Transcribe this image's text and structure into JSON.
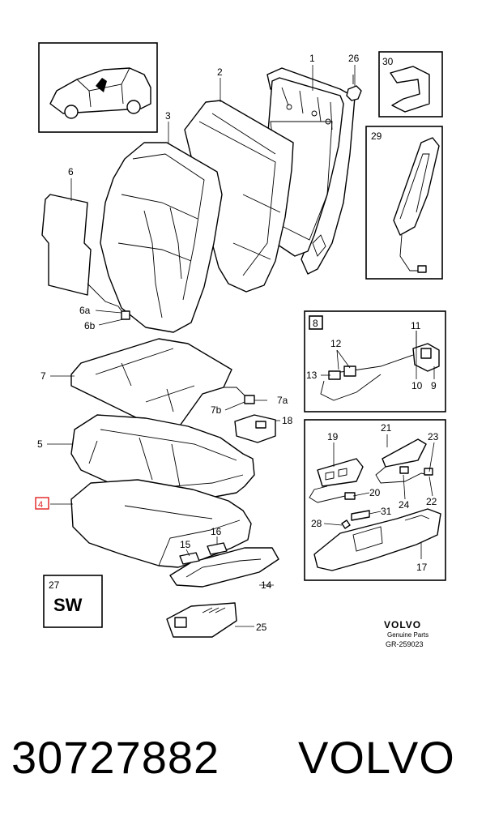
{
  "diagram": {
    "callouts": {
      "c1": "1",
      "c2": "2",
      "c3": "3",
      "c4": "4",
      "c5": "5",
      "c6": "6",
      "c6a": "6a",
      "c6b": "6b",
      "c7": "7",
      "c7a": "7a",
      "c7b": "7b",
      "c8": "8",
      "c9": "9",
      "c10": "10",
      "c11": "11",
      "c12": "12",
      "c13": "13",
      "c14": "14",
      "c15": "15",
      "c16": "16",
      "c17": "17",
      "c18": "18",
      "c19": "19",
      "c20": "20",
      "c21": "21",
      "c22": "22",
      "c23": "23",
      "c24": "24",
      "c25": "25",
      "c26": "26",
      "c27": "27",
      "c28": "28",
      "c29": "29",
      "c30": "30",
      "c31": "31"
    },
    "sw_label": "SW",
    "brand_logo": "VOLVO",
    "brand_sub": "Genuine Parts",
    "drawing_ref": "GR-259023",
    "highlight_color": "#e02020"
  },
  "footer": {
    "part_number": "30727882",
    "brand": "VOLVO"
  }
}
